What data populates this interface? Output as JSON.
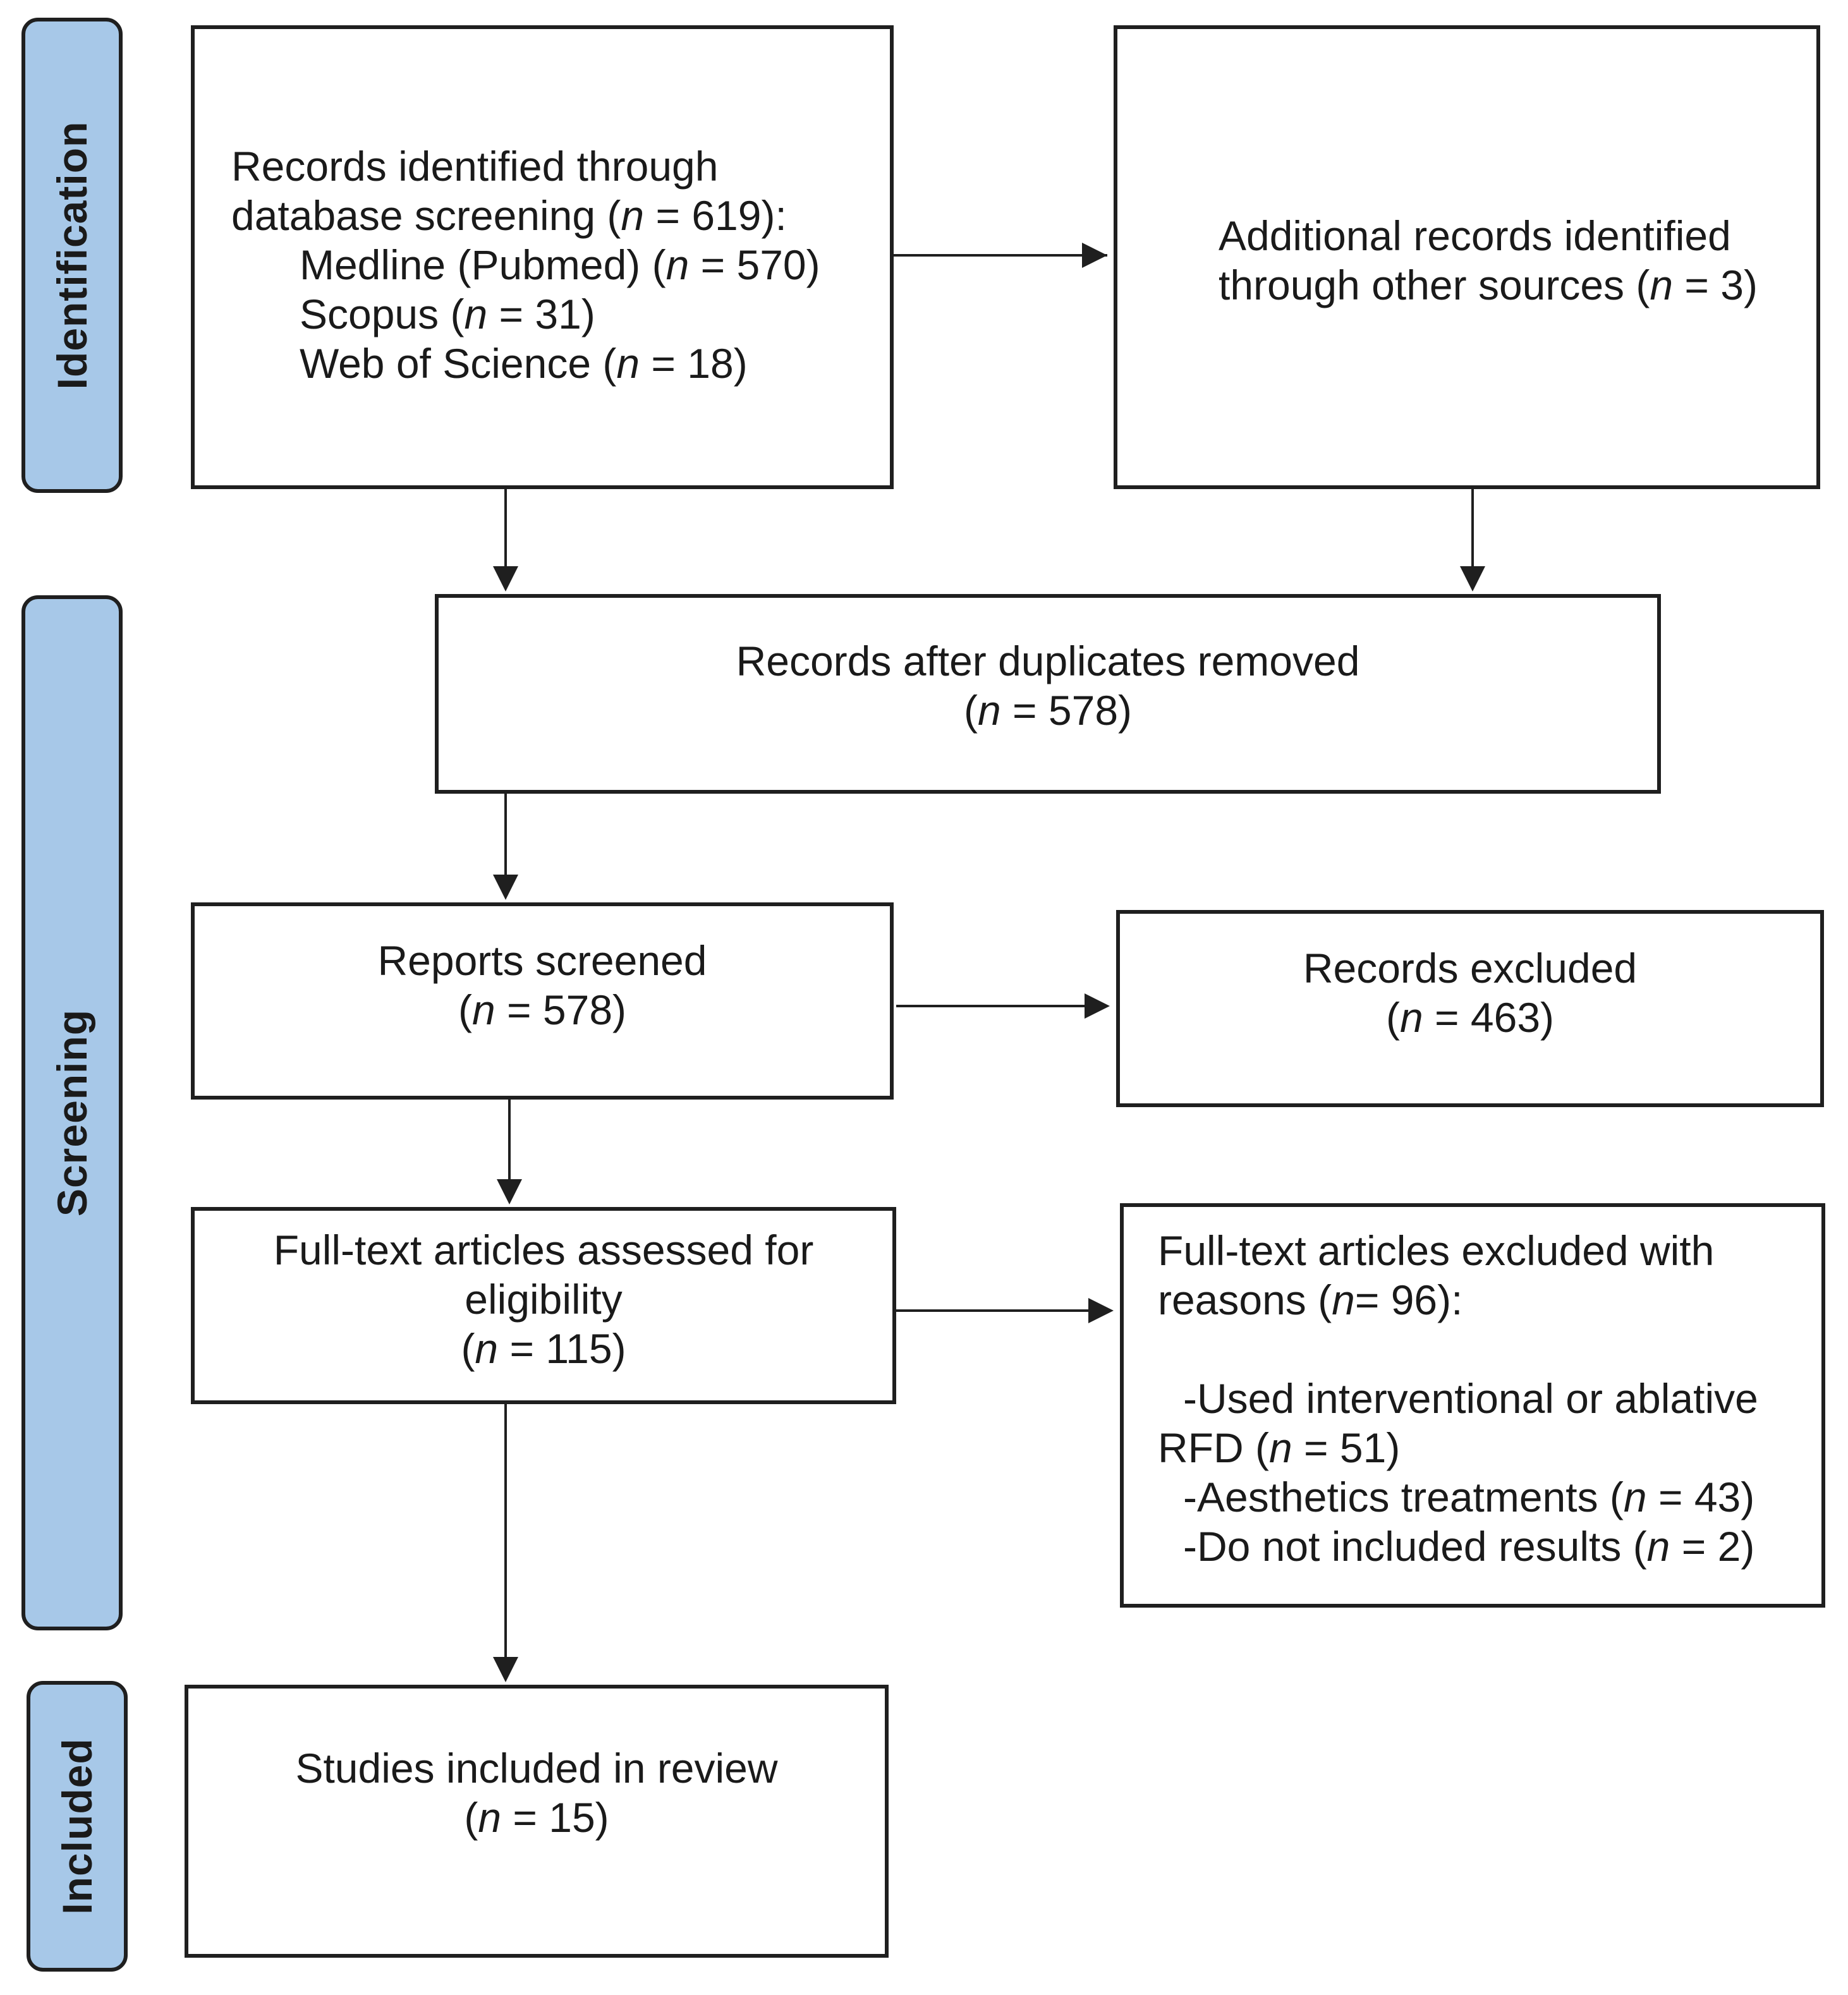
{
  "phases": {
    "identification": "Identification",
    "screening": "Screening",
    "included": "Included"
  },
  "box_identified": {
    "line1": "Records identified through",
    "line2_pre": "database screening (",
    "line2_n": "n",
    "line2_post": " = 619):",
    "medline_pre": "Medline (Pubmed) (",
    "medline_n": "n",
    "medline_post": " = 570)",
    "scopus_pre": "Scopus (",
    "scopus_n": "n",
    "scopus_post": " = 31)",
    "wos_pre": "Web of Science (",
    "wos_n": "n",
    "wos_post": " = 18)"
  },
  "box_additional": {
    "line1": "Additional records identified",
    "line2_pre": "through other sources (",
    "line2_n": "n",
    "line2_post": " = 3)"
  },
  "box_duplicates": {
    "line1": "Records after duplicates removed",
    "line2_pre": "(",
    "line2_n": "n",
    "line2_post": " = 578)"
  },
  "box_screened": {
    "line1": "Reports screened",
    "line2_pre": "(",
    "line2_n": "n",
    "line2_post": " = 578)"
  },
  "box_excluded": {
    "line1": "Records excluded",
    "line2_pre": "(",
    "line2_n": "n",
    "line2_post": " = 463)"
  },
  "box_fulltext": {
    "line1": "Full-text articles assessed for",
    "line2": "eligibility",
    "line3_pre": "(",
    "line3_n": "n",
    "line3_post": " = 115)"
  },
  "box_fulltext_excluded": {
    "line1": "Full-text articles excluded with",
    "line2_pre": "reasons (",
    "line2_n": "n",
    "line2_post": "= 96):",
    "reason1_a": "-Used interventional or ablative",
    "reason1_b_pre": "RFD (",
    "reason1_b_n": "n",
    "reason1_b_post": " = 51)",
    "reason2_pre": "-Aesthetics treatments (",
    "reason2_n": "n",
    "reason2_post": " = 43)",
    "reason3_pre": "-Do not included results (",
    "reason3_n": "n",
    "reason3_post": " = 2)"
  },
  "box_included": {
    "line1": "Studies included in review",
    "line2_pre": "(",
    "line2_n": "n",
    "line2_post": " = 15)"
  },
  "colors": {
    "phase_fill": "#a7c8e8",
    "stroke": "#1f1f1f"
  }
}
